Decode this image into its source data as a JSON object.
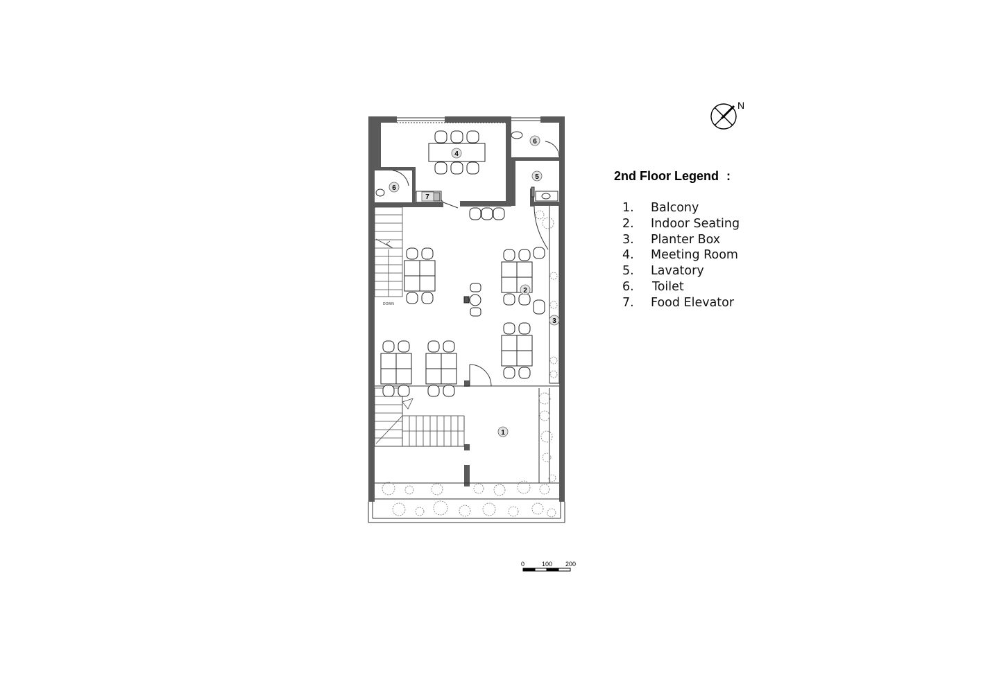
{
  "legend": {
    "title": "2nd Floor Legend",
    "separator": ":",
    "items": [
      {
        "num": "1.",
        "label": "Balcony"
      },
      {
        "num": "2.",
        "label": "Indoor Seating"
      },
      {
        "num": "3.",
        "label": "Planter Box"
      },
      {
        "num": "4.",
        "label": "Meeting Room"
      },
      {
        "num": "5.",
        "label": "Lavatory"
      },
      {
        "num": "6.",
        "label": "Toilet"
      },
      {
        "num": "7.",
        "label": "Food Elevator"
      }
    ]
  },
  "north": {
    "label": "N",
    "icon": "north-arrow-icon"
  },
  "rooms": {
    "balcony": "1",
    "indoor_seating": "2",
    "planter_box": "3",
    "meeting_room": "4",
    "lavatory": "5",
    "toilet_right": "6",
    "toilet_left": "6",
    "food_elevator": "7"
  },
  "stair_label": "DOWN",
  "scale": {
    "ticks": [
      "0",
      "100",
      "200"
    ]
  },
  "colors": {
    "wall": "#5a5a5a",
    "line": "#333333",
    "tag_fill": "#e4e4e4"
  }
}
